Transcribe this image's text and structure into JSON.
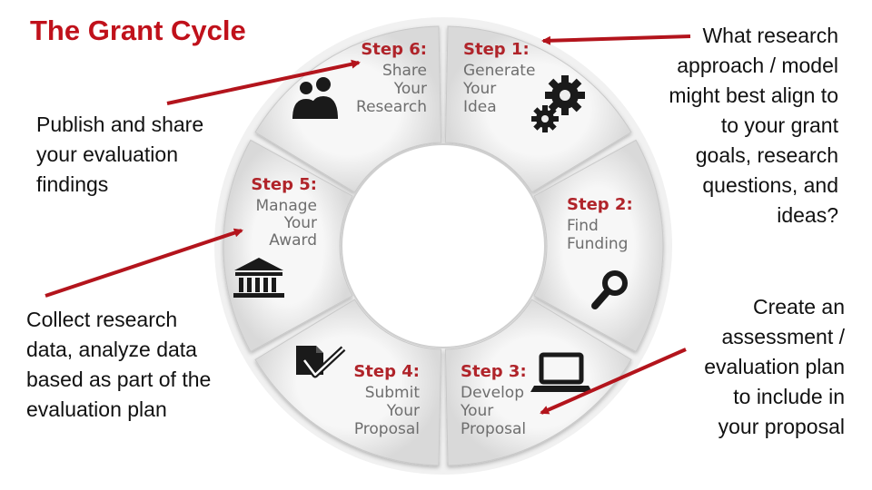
{
  "title": "The Grant Cycle",
  "notes": {
    "publish": [
      "Publish and share",
      "your evaluation",
      "findings"
    ],
    "collect": [
      "Collect research",
      "data, analyze data",
      "based as part of the",
      "evaluation plan"
    ],
    "approach": [
      "What research",
      "approach / model",
      "might best align to",
      "to your grant",
      "goals, research",
      "questions, and",
      "ideas?"
    ],
    "assess": [
      "Create an",
      "assessment /",
      "evaluation plan",
      "to include in",
      "your proposal"
    ]
  },
  "steps": [
    {
      "head": "Step 1:",
      "lines": [
        "Generate",
        "Your",
        "Idea"
      ],
      "icon": "gears-icon"
    },
    {
      "head": "Step 2:",
      "lines": [
        "Find",
        "Funding"
      ],
      "icon": "magnifier-icon"
    },
    {
      "head": "Step 3:",
      "lines": [
        "Develop",
        "Your",
        "Proposal"
      ],
      "icon": "laptop-icon"
    },
    {
      "head": "Step 4:",
      "lines": [
        "Submit",
        "Your",
        "Proposal"
      ],
      "icon": "document-check-icon"
    },
    {
      "head": "Step 5:",
      "lines": [
        "Manage",
        "Your",
        "Award"
      ],
      "icon": "bank-building-icon"
    },
    {
      "head": "Step 6:",
      "lines": [
        "Share",
        "Your",
        "Research"
      ],
      "icon": "people-icon"
    }
  ],
  "colors": {
    "title": "#c0111b",
    "arrow": "#b3141c",
    "step_head": "#b0242a",
    "step_text": "#6e6e6e",
    "ring": "#e6e6e6"
  }
}
